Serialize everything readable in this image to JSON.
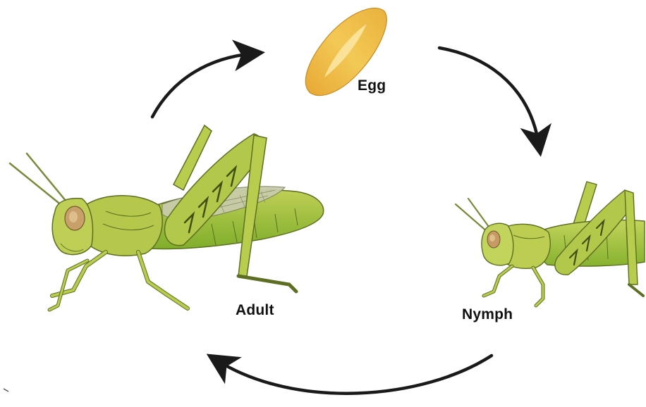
{
  "stages": {
    "egg": "Egg",
    "nymph": "Nymph",
    "adult": "Adult"
  },
  "colors": {
    "arrow": "#1a1a1a",
    "egg_fill": "#f0c24a",
    "egg_highlight": "#fbe7a6",
    "body_green": "#a7c23a",
    "body_light": "#c6d95a",
    "body_dark": "#6f8a24",
    "leg_green": "#b8cc4e",
    "head_brown": "#b47a4a"
  },
  "icons": {
    "cycle_arrows": "curved-arrow-icon",
    "egg": "egg-icon",
    "nymph": "grasshopper-nymph-icon",
    "adult": "grasshopper-adult-icon"
  }
}
